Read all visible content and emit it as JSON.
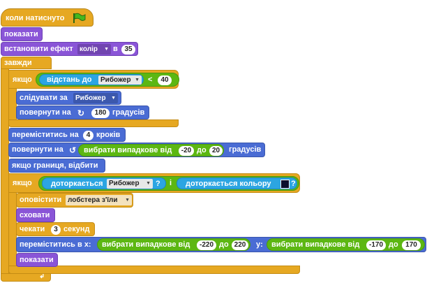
{
  "script": {
    "hat_label": "коли натиснуто",
    "show_label": "показати",
    "set_effect": {
      "label": "встановити ефект",
      "effect": "колір",
      "to": "в",
      "value": "35"
    },
    "forever_label": "завжди",
    "if1": {
      "label": "якщо",
      "distance_label": "відстань до",
      "distance_target": "Рибожер",
      "compare": "<",
      "compare_value": "40",
      "point_label": "слідувати за",
      "point_target": "Рибожер",
      "turn_label": "повернути на",
      "turn_value": "180",
      "turn_unit": "градусів"
    },
    "move": {
      "label": "переміститись на",
      "value": "4",
      "unit": "кроків"
    },
    "turn_random": {
      "label": "повернути на",
      "random_label": "вибрати випадкове від",
      "from": "-20",
      "to_word": "до",
      "to": "20",
      "unit": "градусів"
    },
    "bounce_label": "якщо границя, відбити",
    "if2": {
      "label": "якщо",
      "touching_label": "доторкається",
      "touching_target": "Рибожер",
      "question": "?",
      "and_label": "і",
      "touching_color_label": "доторкається кольору",
      "touching_color_question": "?",
      "touching_color": "#0b0f2e",
      "broadcast_label": "оповістити",
      "broadcast_message": "лобстера з'їли",
      "hide_label": "сховати",
      "wait_label": "чекати",
      "wait_value": "3",
      "wait_unit": "секунд",
      "goto_label": "переміститись в x:",
      "random1_label": "вибрати випадкове від",
      "x_from": "-220",
      "x_to_word": "до",
      "x_to": "220",
      "y_label": "y:",
      "random2_label": "вибрати випадкове від",
      "y_from": "-170",
      "y_to_word": "до",
      "y_to": "170",
      "show_label": "показати"
    }
  },
  "colors": {
    "events": "#e6a822",
    "looks": "#8a55d7",
    "motion": "#4a6cd4",
    "sensing": "#2ca5e2",
    "operators": "#5cb712",
    "control": "#e6a822"
  }
}
